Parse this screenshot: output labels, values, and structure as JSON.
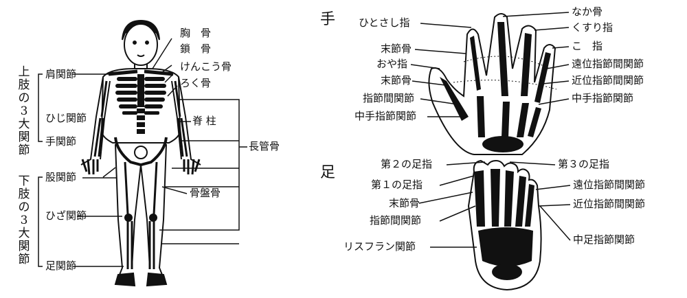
{
  "left": {
    "upper_group": "上肢の3大関節",
    "lower_group": "下肢の3大関節",
    "labels": {
      "shoulder": "肩関節",
      "elbow": "ひじ関節",
      "wrist": "手関節",
      "hip": "股関節",
      "knee": "ひざ関節",
      "ankle": "足関節",
      "sternum": "胸　骨",
      "clavicle": "鎖　骨",
      "scapula": "けんこう骨",
      "rib": "ろく骨",
      "spine": "脊 柱",
      "long_bone": "長管骨",
      "pelvis": "骨盤骨"
    }
  },
  "hand": {
    "title": "手",
    "labels": {
      "index": "ひとさし指",
      "middle": "なか骨",
      "ring": "くすり指",
      "little": "こ　指",
      "distal_phalanx_a": "末節骨",
      "thumb": "おや指",
      "distal_phalanx_b": "末節骨",
      "ip_joint": "指節間関節",
      "mcp_joint": "中手指節関節",
      "dip_joint": "遠位指節間関節",
      "pip_joint": "近位指節間関節",
      "mcp_joint_r": "中手指節関節"
    }
  },
  "foot": {
    "title": "足",
    "labels": {
      "second_toe": "第２の足指",
      "first_toe": "第１の足指",
      "distal_phalanx": "末節骨",
      "ip_joint": "指節間関節",
      "lisfranc": "リスフラン関節",
      "third_toe": "第３の足指",
      "dip_joint": "遠位指節間関節",
      "pip_joint": "近位指節間関節",
      "mtp_joint": "中足指節関節"
    }
  }
}
